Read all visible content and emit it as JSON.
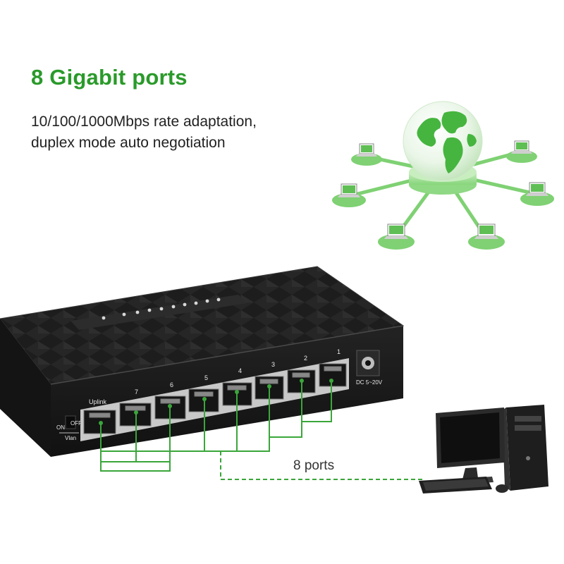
{
  "headline": "8 Gigabit ports",
  "description": {
    "line1": "10/100/1000Mbps rate adaptation,",
    "line2": "duplex mode auto negotiation"
  },
  "switch": {
    "port_numbers": [
      "1",
      "2",
      "3",
      "4",
      "5",
      "6",
      "7",
      "Uplink"
    ],
    "vlan_on": "ON",
    "vlan_off": "OFF",
    "vlan_label": "Vlan",
    "power_label": "DC 5~20V"
  },
  "callout": {
    "ports_caption": "8 ports"
  },
  "colors": {
    "accent_green": "#2a9a2a",
    "line_green": "#3aa63a",
    "switch_body": "#1c1c1c"
  },
  "icons": [
    "globe-icon",
    "laptop-icon",
    "desktop-computer-icon",
    "keyboard-icon",
    "mouse-icon",
    "ethernet-port-icon"
  ]
}
